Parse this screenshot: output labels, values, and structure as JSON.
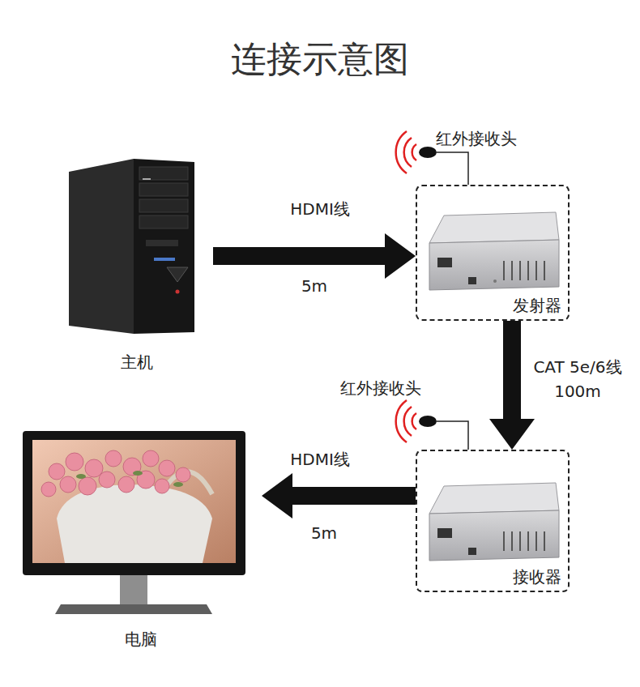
{
  "diagram": {
    "title": "连接示意图",
    "nodes": [
      {
        "text": [
          "主机"
        ]
      },
      {
        "text": [
          "发射器"
        ]
      },
      {
        "text": [
          "接收器"
        ]
      },
      {
        "text": [
          "电脑"
        ]
      }
    ],
    "edges": [
      {
        "from": 0,
        "to": 1,
        "arrow": "to",
        "label": "HDMI线"
      },
      {
        "from": 1,
        "to": 2,
        "arrow": "to",
        "label": "CAT 5e/6线 100m"
      },
      {
        "from": 2,
        "to": 3,
        "arrow": "to",
        "label": "HDMI线"
      }
    ],
    "labels": [
      "红外接收头",
      "5m",
      "红外接收头",
      "5m"
    ]
  }
}
